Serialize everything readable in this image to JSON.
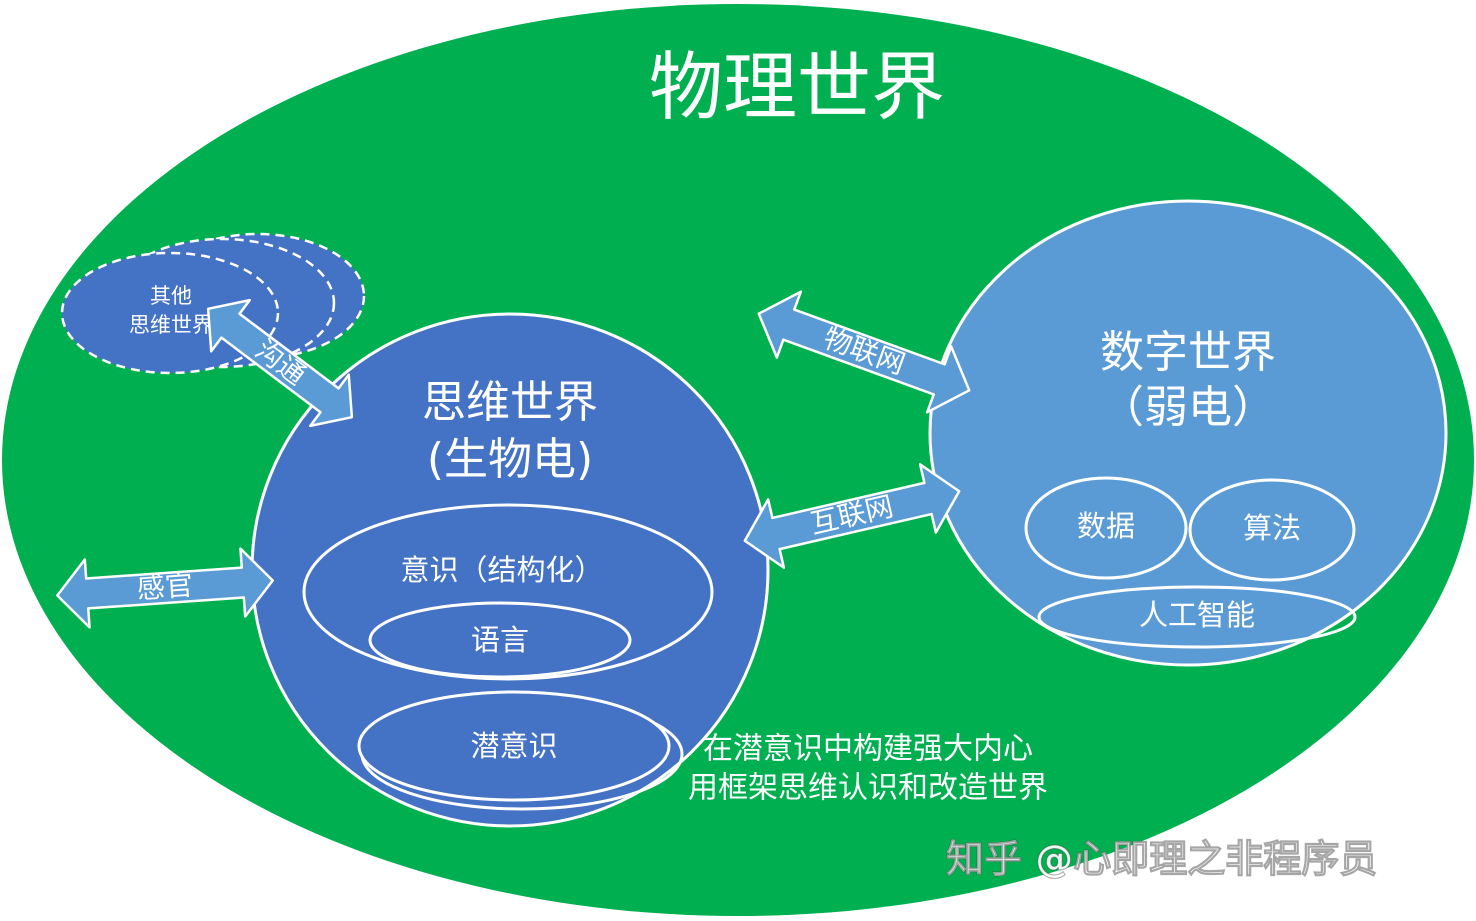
{
  "colors": {
    "physical": "#00b050",
    "mind": "#4472c4",
    "digital": "#5b9bd5",
    "arrow": "#5b9bd5",
    "line": "#ffffff"
  },
  "physical_world": {
    "title": "物理世界"
  },
  "mind_world": {
    "title": "思维世界",
    "subtitle": "(生物电)",
    "consciousness": "意识（结构化）",
    "language": "语言",
    "subconscious": "潜意识"
  },
  "other_minds": {
    "line1": "其他",
    "line2": "思维世界"
  },
  "digital_world": {
    "title": "数字世界",
    "subtitle": "（弱电）",
    "data": "数据",
    "algorithm": "算法",
    "ai": "人工智能"
  },
  "arrows": {
    "communication": "沟通",
    "senses": "感官",
    "iot": "物联网",
    "internet": "互联网"
  },
  "caption": {
    "line1": "在潜意识中构建强大内心",
    "line2": "用框架思维认识和改造世界"
  },
  "watermark": "知乎 @心即理之非程序员"
}
